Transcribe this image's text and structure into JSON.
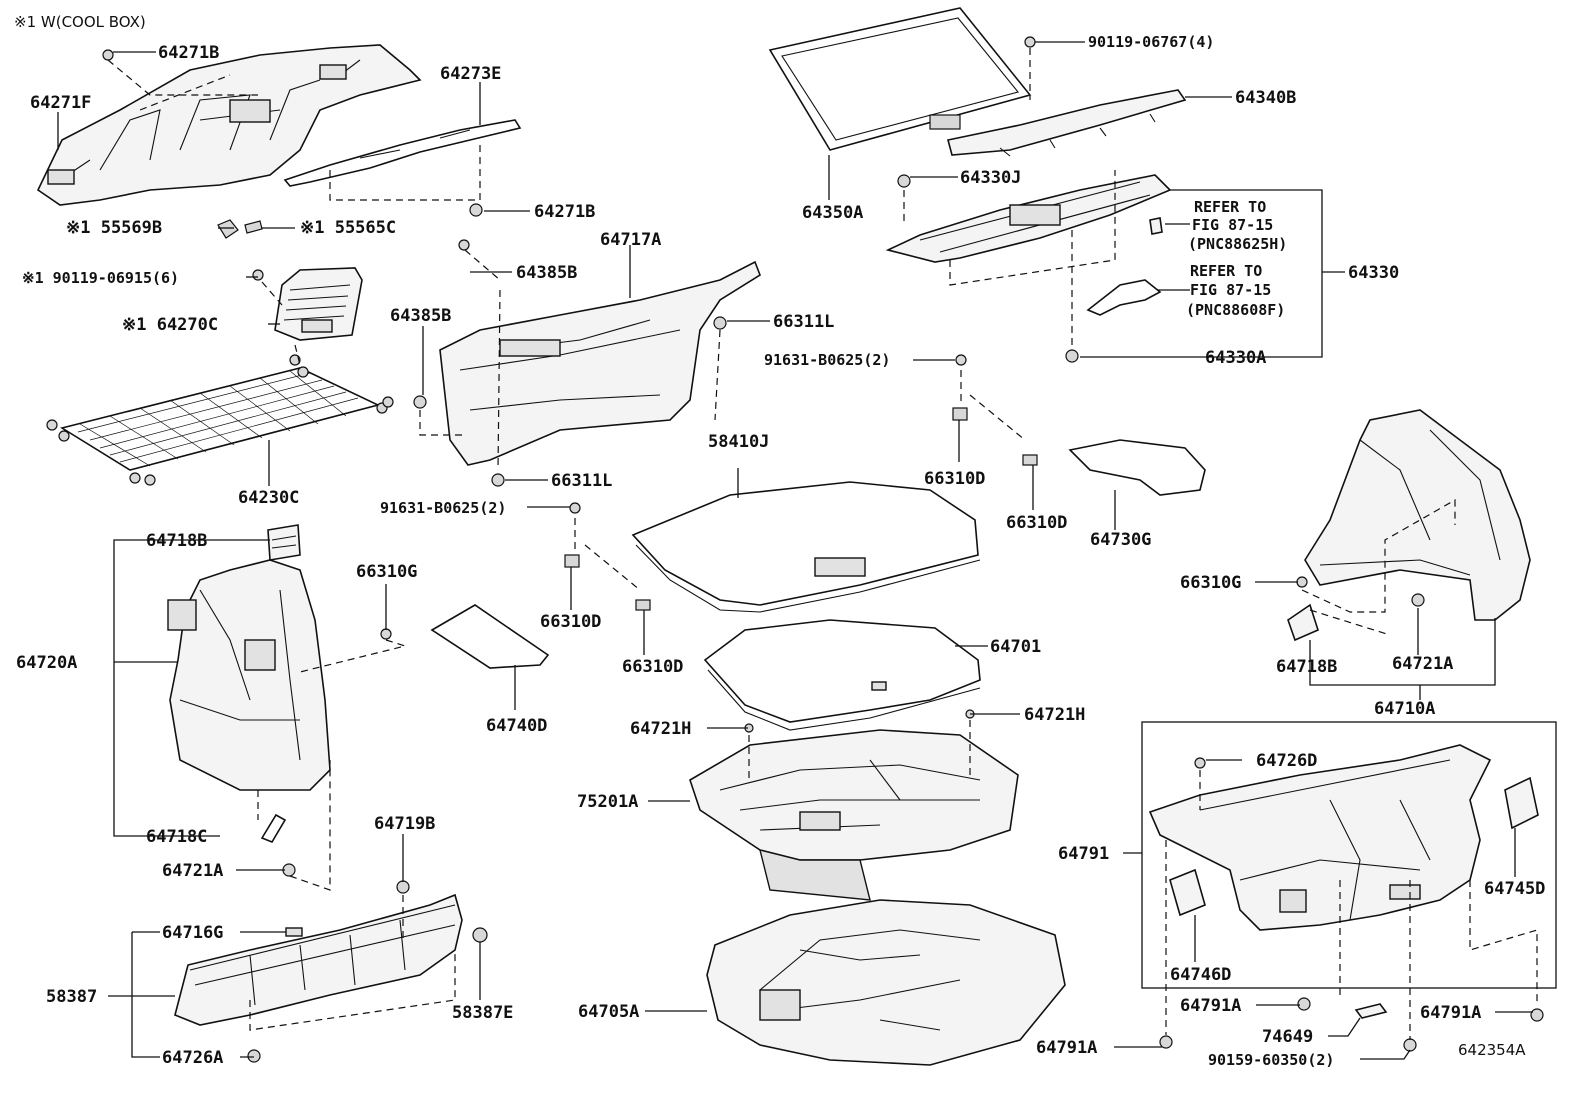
{
  "header": {
    "note": "※1 W(COOL BOX)"
  },
  "illustration_id": "642354A",
  "parts": [
    {
      "id": "64271B_a",
      "label": "64271B"
    },
    {
      "id": "64271F",
      "label": "64271F"
    },
    {
      "id": "64273E",
      "label": "64273E"
    },
    {
      "id": "64271B_b",
      "label": "64271B"
    },
    {
      "id": "55569B",
      "label": "※1 55569B"
    },
    {
      "id": "55565C",
      "label": "※1 55565C"
    },
    {
      "id": "90119-06915",
      "label": "※1 90119-06915(6)"
    },
    {
      "id": "64270C",
      "label": "※1 64270C"
    },
    {
      "id": "64230C",
      "label": "64230C"
    },
    {
      "id": "64717A",
      "label": "64717A"
    },
    {
      "id": "64385B_a",
      "label": "64385B"
    },
    {
      "id": "64385B_b",
      "label": "64385B"
    },
    {
      "id": "66311L_a",
      "label": "66311L"
    },
    {
      "id": "66311L_b",
      "label": "66311L"
    },
    {
      "id": "90119-06767",
      "label": "90119-06767(4)"
    },
    {
      "id": "64340B",
      "label": "64340B"
    },
    {
      "id": "64350A",
      "label": "64350A"
    },
    {
      "id": "64330J",
      "label": "64330J"
    },
    {
      "id": "64330",
      "label": "64330"
    },
    {
      "id": "64330A",
      "label": "64330A"
    },
    {
      "id": "91631-B0625_a",
      "label": "91631-B0625(2)"
    },
    {
      "id": "91631-B0625_b",
      "label": "91631-B0625(2)"
    },
    {
      "id": "58410J",
      "label": "58410J"
    },
    {
      "id": "66310D_a",
      "label": "66310D"
    },
    {
      "id": "66310D_b",
      "label": "66310D"
    },
    {
      "id": "66310D_c",
      "label": "66310D"
    },
    {
      "id": "66310D_d",
      "label": "66310D"
    },
    {
      "id": "64730G",
      "label": "64730G"
    },
    {
      "id": "64718B_a",
      "label": "64718B"
    },
    {
      "id": "66310G_a",
      "label": "66310G"
    },
    {
      "id": "64720A",
      "label": "64720A"
    },
    {
      "id": "64740D",
      "label": "64740D"
    },
    {
      "id": "64701",
      "label": "64701"
    },
    {
      "id": "64721H_a",
      "label": "64721H"
    },
    {
      "id": "64721H_b",
      "label": "64721H"
    },
    {
      "id": "75201A",
      "label": "75201A"
    },
    {
      "id": "64718C",
      "label": "64718C"
    },
    {
      "id": "64721A_a",
      "label": "64721A"
    },
    {
      "id": "64719B",
      "label": "64719B"
    },
    {
      "id": "64716G",
      "label": "64716G"
    },
    {
      "id": "58387",
      "label": "58387"
    },
    {
      "id": "58387E",
      "label": "58387E"
    },
    {
      "id": "64726A",
      "label": "64726A"
    },
    {
      "id": "64705A",
      "label": "64705A"
    },
    {
      "id": "66310G_b",
      "label": "66310G"
    },
    {
      "id": "64718B_b",
      "label": "64718B"
    },
    {
      "id": "64721A_b",
      "label": "64721A"
    },
    {
      "id": "64710A",
      "label": "64710A"
    },
    {
      "id": "64726D",
      "label": "64726D"
    },
    {
      "id": "64791",
      "label": "64791"
    },
    {
      "id": "64745D",
      "label": "64745D"
    },
    {
      "id": "64746D",
      "label": "64746D"
    },
    {
      "id": "64791A_a",
      "label": "64791A"
    },
    {
      "id": "64791A_b",
      "label": "64791A"
    },
    {
      "id": "64791A_c",
      "label": "64791A"
    },
    {
      "id": "74649",
      "label": "74649"
    },
    {
      "id": "90159-60350",
      "label": "90159-60350(2)"
    }
  ],
  "references": [
    {
      "lines": [
        "REFER TO",
        "FIG 87-15",
        "(PNC88625H)"
      ]
    },
    {
      "lines": [
        "REFER TO",
        "FIG 87-15",
        "(PNC88608F)"
      ]
    }
  ]
}
